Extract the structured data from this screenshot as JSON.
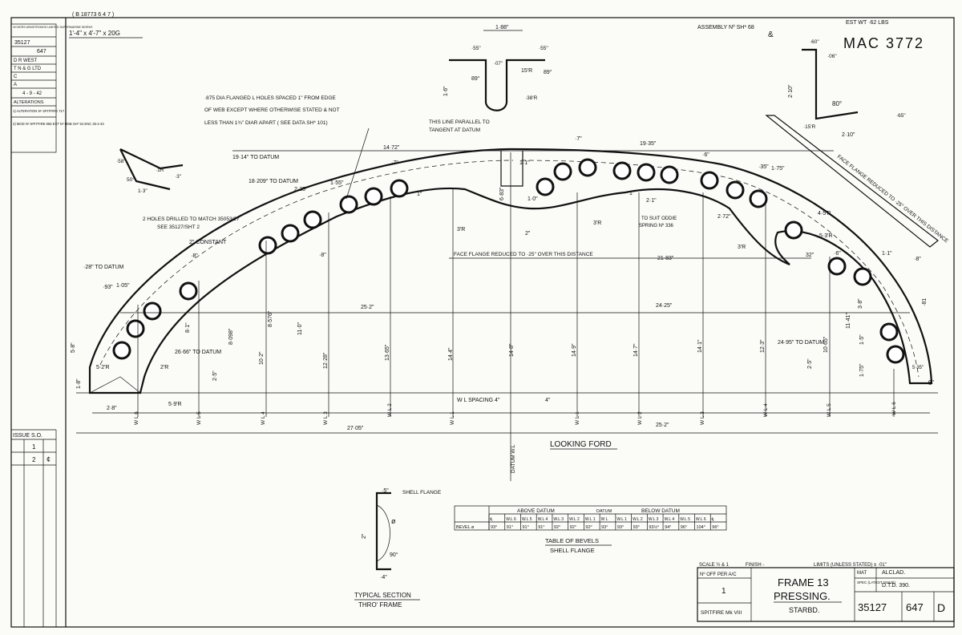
{
  "header": {
    "ref_top": "( B 18773 6 4 7 )",
    "material_size": "1'-4\" x 4'-7\" x 20G",
    "assembly": "ASSEMBLY Nº  SH* 68",
    "assembly_mark": "&",
    "est_wt": "EST WT  ·62 LBS",
    "mac_number": "MAC 3772"
  },
  "left_box": {
    "company": "VICKERS ARMSTRONGS LIMITED SUPERMARINE WORKS",
    "drawing_no": "35127",
    "sheet_no": "647",
    "drawn": "D  R WEST",
    "traced": "T  N & G LTD",
    "checked": "C",
    "approved": "A",
    "date": "4 - 9 - 42",
    "alterations_title": "ALTERATIONS",
    "alteration_1": "1) ALTERATION Nº SPITFIRE 717",
    "alteration_2": "2) MOD Nº SPITFIRE 856 EXT Nº MSB SH* 54 ENC 25-2-43",
    "issue_title": "ISSUE  S.O.",
    "issue_1": "1",
    "issue_2": "2",
    "issue_2_mark": "¢"
  },
  "notes": {
    "holes_note_1": "·875 DIA FLANGED L HOLES SPACED 1\" FROM EDGE",
    "holes_note_2": "OF WEB EXCEPT WHERE OTHERWISE STATED & NOT",
    "holes_note_3": "LESS THAN 1¾\" DIAR APART  ( SEE DATA SH* 101)",
    "parallel_note_1": "THIS LINE PARALLEL TO",
    "parallel_note_2": "TANGENT AT DATUM",
    "drilled_note_1": "2 HOLES DRILLED TO MATCH 35053/27",
    "drilled_note_2": "SEE 35127/SHT 2",
    "constant": "2\" CONSTANT",
    "face_flange": "FACE FLANGE REDUCED TO ·25\" OVER THIS DISTANCE",
    "face_flange_diag": "FACE FLANGE REDUCED TO ·25\" OVER THIS DISTANCE",
    "suit_oddie_1": "TO SUIT ODDIE",
    "suit_oddie_2": "SPRING Nº 336",
    "looking": "LOOKING FORD",
    "datum_wl": "DATUM W.L"
  },
  "dimensions": {
    "d_1_88": "1·88\"",
    "d_55a": "·55\"",
    "d_55b": "·55\"",
    "d_07": "·07\"",
    "d_15r": "15'R",
    "d_89a": "89°",
    "d_89b": "89°",
    "d_16": "1·6\"",
    "d_38r": "·38'R",
    "d_60": "·60\"",
    "d_06": "·06\"",
    "d_2_10a": "2·10\"",
    "d_80": "80°",
    "d_65": "·65\"",
    "d_15r_b": "·15'R",
    "d_2_10b": "2·10\"",
    "d_58": "·58\"",
    "d_1r": "·1R",
    "d_3": "·3\"",
    "d_50": "50°",
    "d_1_3": "1·3\"",
    "d_19_14": "19·14\" TO DATUM",
    "d_14_72": "14·72\"",
    "d_19_35": "19·35\"",
    "d_18_209": "18·209\" TO DATUM",
    "d_2_35": "2·35\"",
    "d_1_55": "1·55\"",
    "d_7a": "·7\"",
    "d_7b": "·7\"",
    "d_6a": "·6\"",
    "d_35": "·35\"",
    "d_1_75a": "1·75\"",
    "d_1_in": "1\"",
    "d_6_83": "6·83\"",
    "d_1_0": "1·0\"",
    "d_1_1": "1·1\"",
    "d_3r_a": "3'R",
    "d_3r_b": "3'R",
    "d_3r_c": "3'R",
    "d_2a": "2\"",
    "d_2_72": "2·72\"",
    "d_1a": "1\"",
    "d_2_1": "2·1\"",
    "d_4_5r": "4·5'R",
    "d_5_3r": "5·3'R",
    "d_6b": "·6\"",
    "d_8": "·8\"",
    "d_28": "·28\" TO DATUM",
    "d_93": "·93\"",
    "d_1_05": "1·05\"",
    "d_8b": "·8\"",
    "d_8c": "·8\"",
    "d_25_2a": "25·2\"",
    "d_24_25": "24·25\"",
    "d_21_83": "21·83\"",
    "d_5_8": "5·8\"",
    "d_1_8": "1·8\"",
    "d_5_2r": "5·2'R",
    "d_2r": "2'R",
    "d_26_66": "26·66\" TO DATUM",
    "d_2_5a": "2·5\"",
    "d_8_1": "8·1\"",
    "d_8_098": "8·098\"",
    "d_8_576": "8·576\"",
    "d_10_2": "10·2\"",
    "d_11_0": "11·0\"",
    "d_12_28": "12·28\"",
    "d_13_65": "13·65\"",
    "d_14_4": "14·4\"",
    "d_14_8": "14·8\"",
    "d_14_9": "14·9\"",
    "d_14_7": "14·7\"",
    "d_14_1": "14·1\"",
    "d_12_3": "12·3\"",
    "d_10_65": "10·65\"",
    "d_11_41": "11·41\"",
    "d_3_8": "3·8\"",
    "d_5_9r": "5·9'R",
    "d_2_8": "2·8\"",
    "d_24_95": "24·95\" TO DATUM",
    "d_2_5b": "2·5\"",
    "d_1_75b": "1·75\"",
    "d_1_5": "1·5\"",
    "d_5_35": "5·35\"",
    "d_wl_spacing": "W L SPACING 4\"",
    "d_4": "4\"",
    "d_27_05": "27·05\"",
    "d_25_2b": "25·2\"",
    "d_81": "·81",
    "d_6c": "·6\"",
    "d_1_1b": "1·1\"",
    "d_32": "32\""
  },
  "waterlines": [
    "W L 6",
    "W L 5",
    "W L 4",
    "W L 3",
    "W L 2",
    "W L 1",
    "W L 1",
    "W L 2",
    "W L 3",
    "W L 4",
    "W L 5",
    "W L 6"
  ],
  "section": {
    "title_1": "TYPICAL SECTION",
    "title_2": "THRO' FRAME",
    "shell_flange": "SHELL FLANGE",
    "d_5": "·5\"",
    "d_2": "2\"",
    "d_4": "·4\"",
    "d_90": "90°",
    "phi": "ø"
  },
  "bevel_table": {
    "above": "ABOVE  DATUM",
    "datum": "DATUM",
    "below": "BELOW  DATUM",
    "row_label": "BEVEL ø",
    "headers": [
      "℄",
      "W.L 6",
      "W.L 5",
      "W.L 4",
      "W.L 3",
      "W.L 2",
      "W.L 1",
      "W L",
      "W.L 1",
      "W.L 2",
      "W.L 3",
      "W.L 4",
      "W.L 5",
      "W.L 6",
      "℄"
    ],
    "values": [
      "93°",
      "91°",
      "91°",
      "91°",
      "92°",
      "92°",
      "92°",
      "93°",
      "93°",
      "93°",
      "93½°",
      "94°",
      "96°",
      "104°",
      "96°"
    ],
    "caption_1": "TABLE OF BEVELS",
    "caption_2": "SHELL FLANGE"
  },
  "title_block": {
    "scale": "SCALE ½ & 1",
    "finish": "FINISH -",
    "limits": "LIMITS (UNLESS STATED) ± ·01\"",
    "off_label": "Nº OFF PER A/C",
    "off_value": "1",
    "aircraft": "SPITFIRE Mk VIII",
    "title_1": "FRAME 13",
    "title_2": "PRESSING.",
    "title_3": "STARBD.",
    "mat_label": "MAT",
    "mat_value": "ALCLAD.",
    "spec_label": "SPEC (LATEST ISSUE)",
    "spec_value": "D.T.D. 390.",
    "drawing_no": "35127",
    "sheet_no": "647",
    "issue": "D"
  }
}
